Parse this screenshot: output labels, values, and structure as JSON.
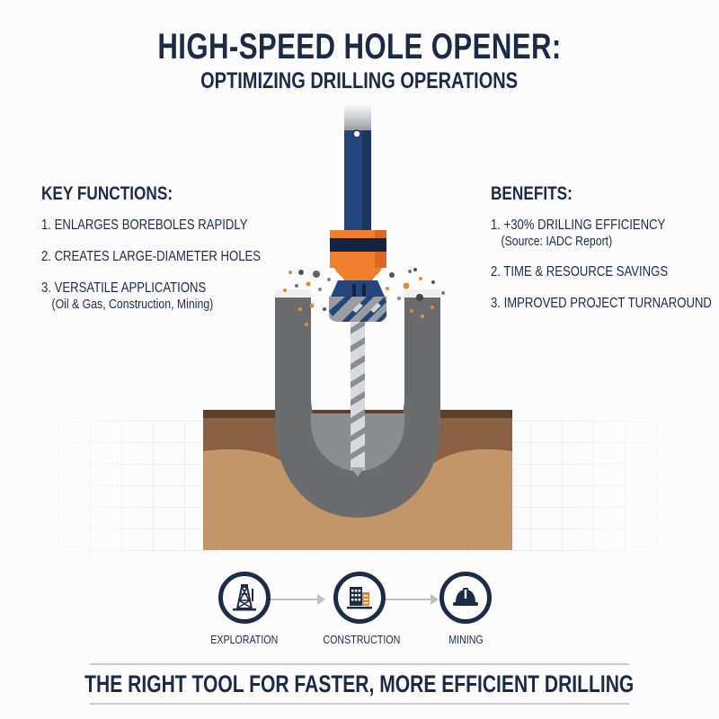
{
  "header": {
    "title": "HIGH-SPEED HOLE OPENER:",
    "subtitle": "OPTIMIZING DRILLING OPERATIONS"
  },
  "key_functions": {
    "heading": "KEY FUNCTIONS:",
    "items": [
      {
        "label": "1. ENLARGES BOREBOLES RAPIDLY",
        "note": ""
      },
      {
        "label": "2. CREATES LARGE-DIAMETER HOLES",
        "note": ""
      },
      {
        "label": "3. VERSATILE APPLICATIONS",
        "note": "(Oil & Gas, Construction, Mining)"
      }
    ]
  },
  "benefits": {
    "heading": "BENEFITS:",
    "items": [
      {
        "label": "1. +30% DRILLING EFFICIENCY",
        "note": "(Source: IADC Report)"
      },
      {
        "label": "2. TIME & RESOURCE SAVINGS",
        "note": ""
      },
      {
        "label": "3. IMPROVED PROJECT TURNAROUND",
        "note": ""
      }
    ]
  },
  "illustration": {
    "subject": "hole-opener drill bit enlarging a borehole in soil",
    "colors": {
      "pipe_blue": "#23477d",
      "pipe_blue_dark": "#1a3560",
      "collar_orange": "#ee7d2c",
      "collar_stripe": "#15243f",
      "borehole_gray": "#6a6c6e",
      "borehole_inner": "#8a8c8e",
      "topsoil_dark": "#5a3f2a",
      "soil_brown": "#8a6243",
      "soil_sand": "#c3966a"
    }
  },
  "flow": {
    "steps": [
      {
        "label": "EXPLORATION",
        "icon": "oil-rig-icon"
      },
      {
        "label": "CONSTRUCTION",
        "icon": "building-icon"
      },
      {
        "label": "MINING",
        "icon": "hard-hat-icon"
      }
    ]
  },
  "footer": {
    "tagline": "THE RIGHT TOOL FOR FASTER, MORE EFFICIENT DRILLING"
  }
}
